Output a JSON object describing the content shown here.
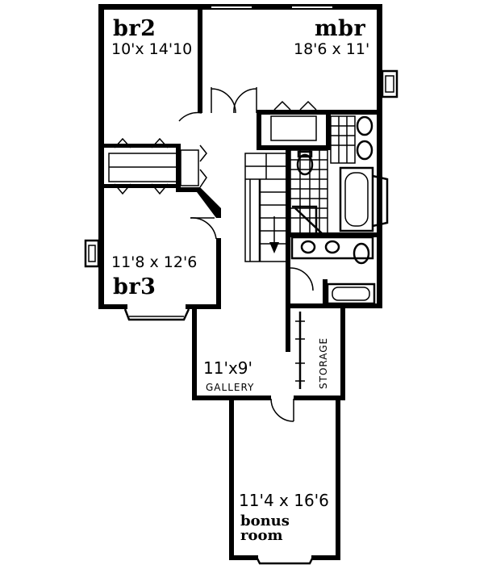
{
  "rooms": {
    "br2": {
      "name": "br2",
      "size": "10'x 14'10"
    },
    "mbr": {
      "name": "mbr",
      "size": "18'6 x 11'"
    },
    "br3": {
      "name": "br3",
      "size": "11'8 x 12'6"
    },
    "gallery": {
      "name": "GALLERY",
      "size": "11'x9'"
    },
    "storage": {
      "name": "STORAGE"
    },
    "bonus": {
      "name_line1": "bonus",
      "name_line2": "room",
      "size": "11'4 x 16'6"
    }
  }
}
